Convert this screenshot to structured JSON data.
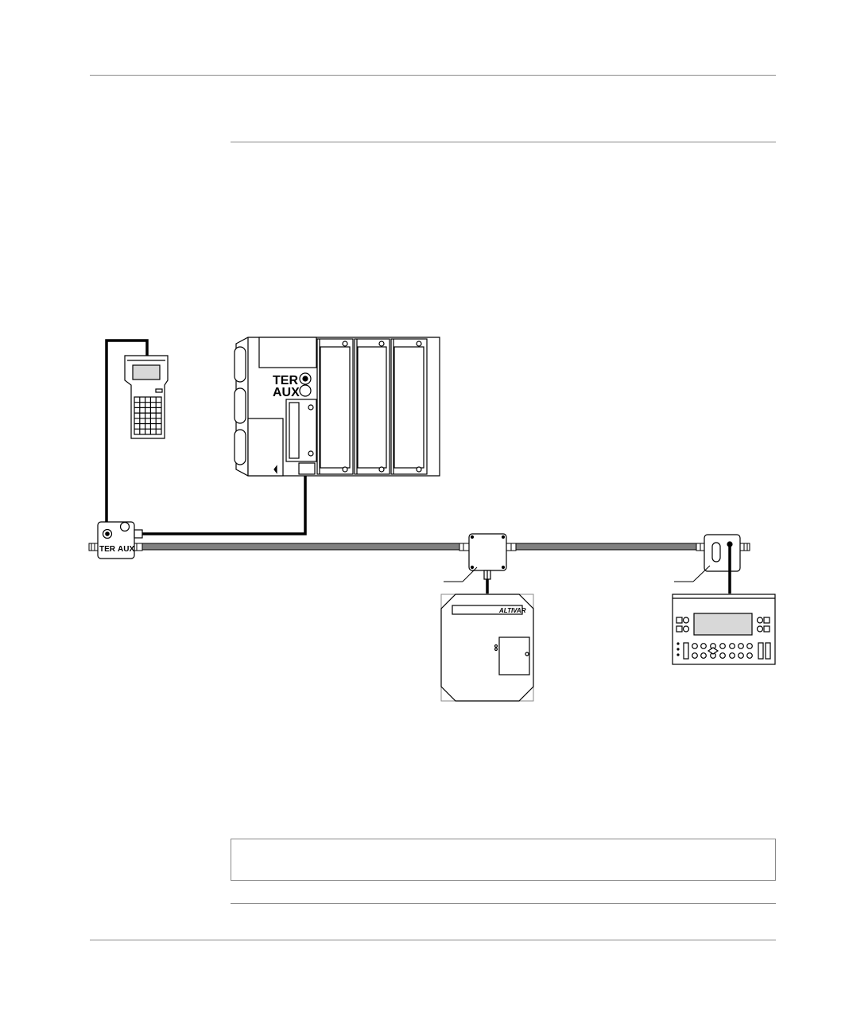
{
  "plc": {
    "port_ter": "TER",
    "port_aux": "AUX"
  },
  "tap_box": {
    "port_ter": "TER",
    "port_aux": "AUX"
  },
  "drive": {
    "brand": "ALTIVAR"
  },
  "colors": {
    "bus": "#808080",
    "line": "#000000",
    "rule": "#8a8a8a"
  },
  "note": {
    "text": ""
  }
}
